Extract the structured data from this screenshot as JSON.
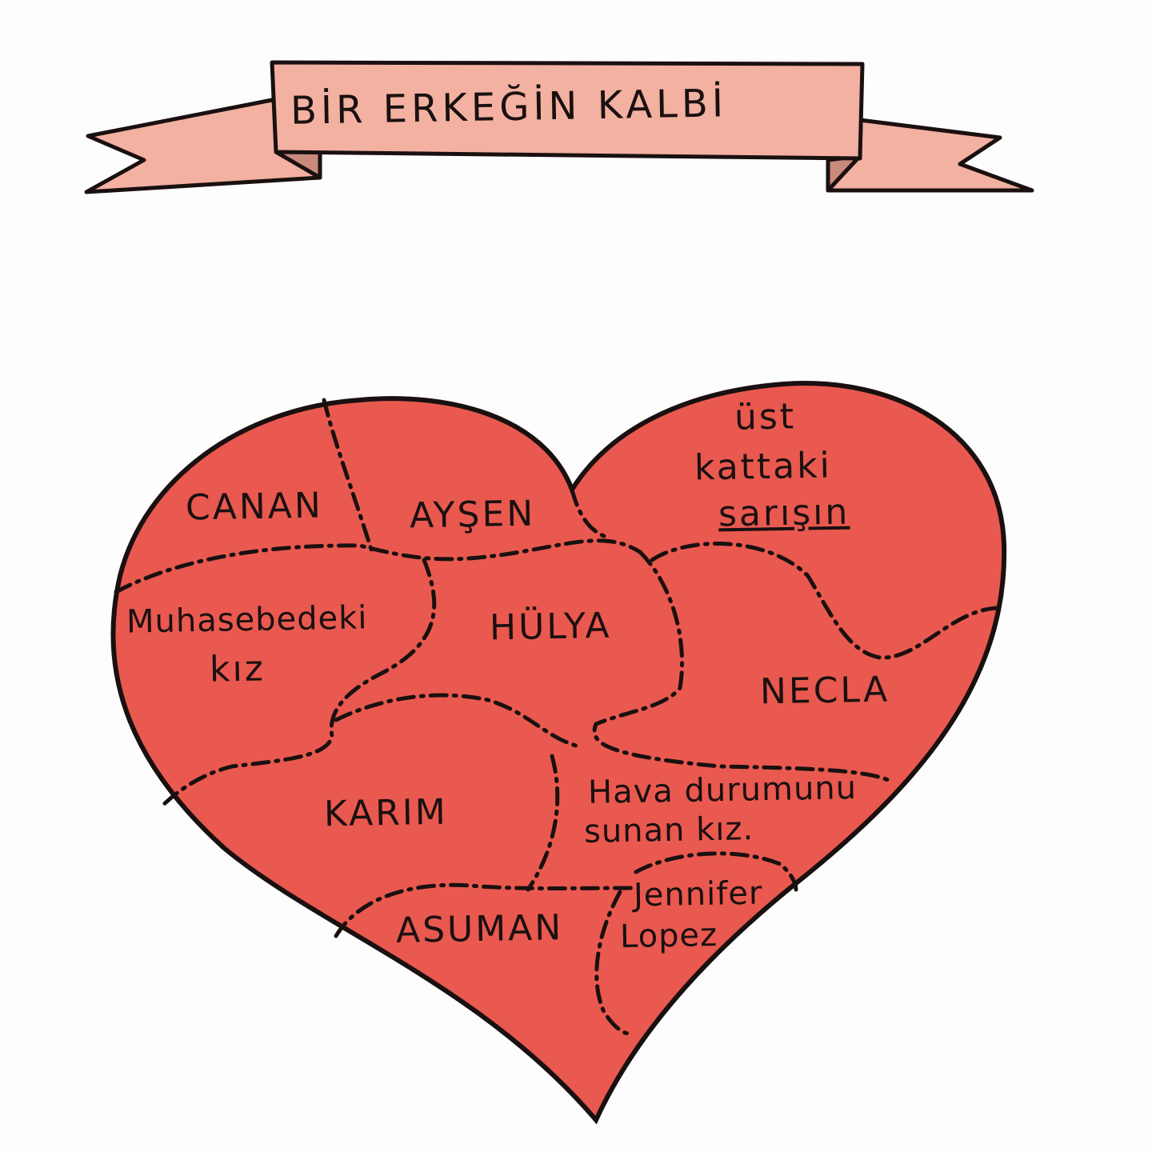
{
  "title": "BİR ERKEĞİN KALBİ",
  "colors": {
    "banner": "#f3b1a2",
    "heart": "#e9594f",
    "ink": "#1a1010"
  },
  "regions": {
    "canan": "CANAN",
    "aysen": "AYŞEN",
    "ust_line1": "üst",
    "ust_line2": "kattaki",
    "ust_line3": "sarışın",
    "muhasebe_line1": "Muhasebedeki",
    "muhasebe_line2": "kız",
    "hulya": "HÜLYA",
    "necla": "NECLA",
    "karim": "KARIM",
    "hava_line1": "Hava durumunu",
    "hava_line2": "sunan kız.",
    "asuman": "ASUMAN",
    "jennifer_line1": "Jennifer",
    "jennifer_line2": "Lopez"
  }
}
